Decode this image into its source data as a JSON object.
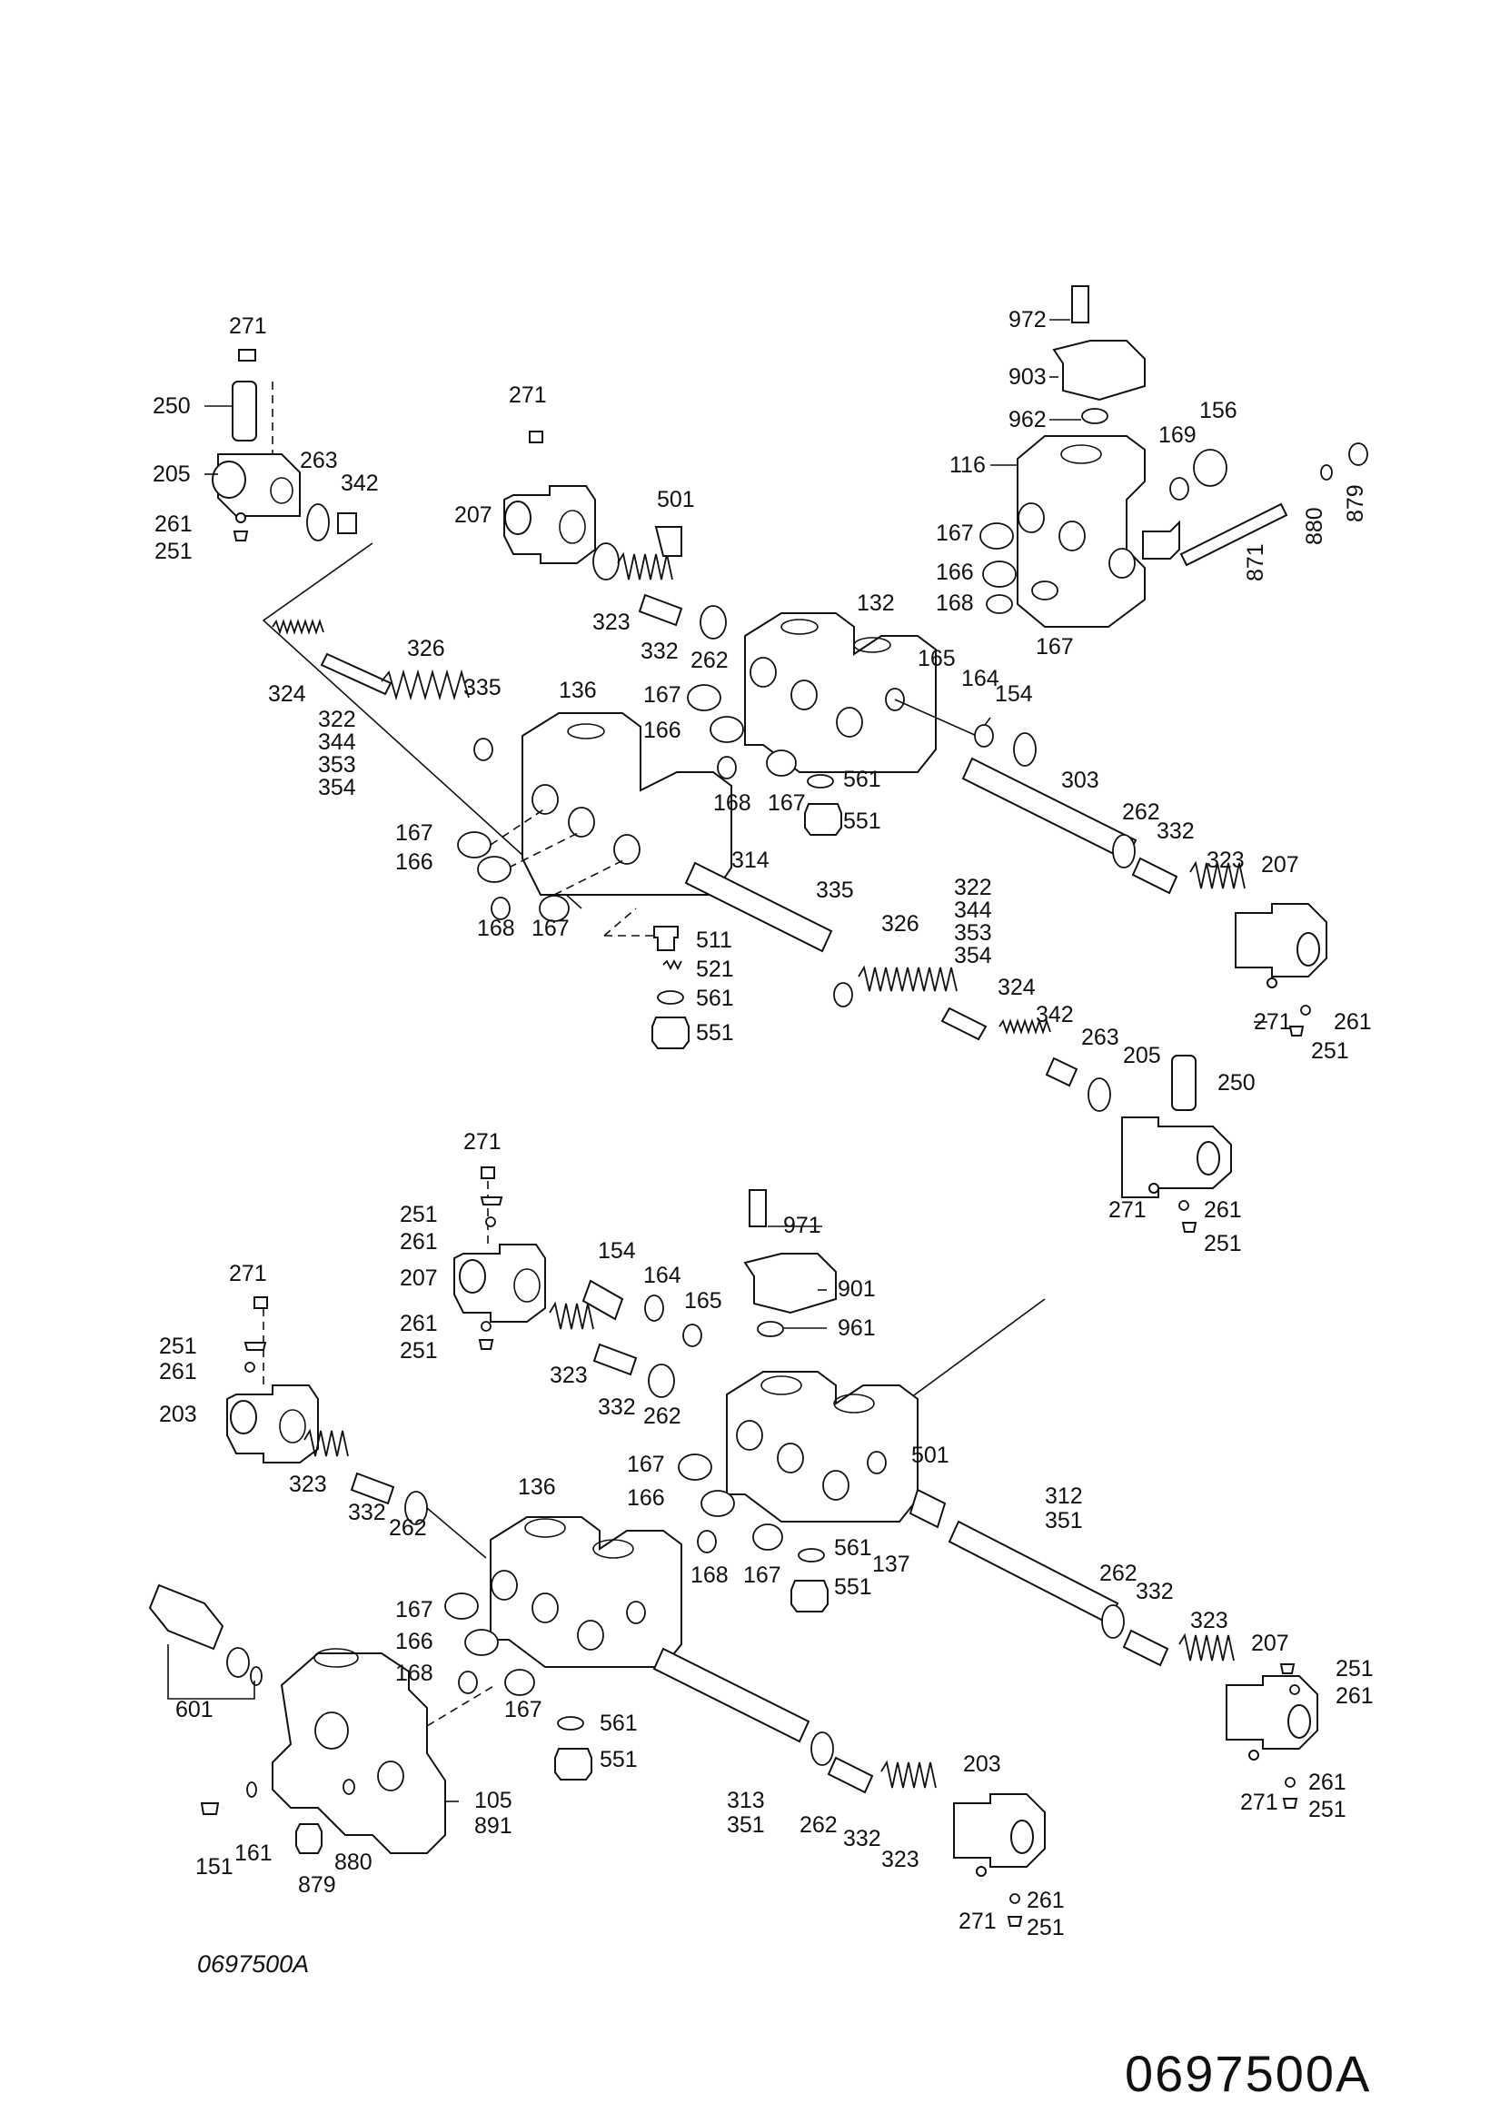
{
  "figure_code": "0697500A",
  "footer_code": "0697500A",
  "labels": [
    {
      "id": "l1",
      "text": "271"
    },
    {
      "id": "l2",
      "text": "250"
    },
    {
      "id": "l3",
      "text": "205"
    },
    {
      "id": "l4",
      "text": "263"
    },
    {
      "id": "l5",
      "text": "342"
    },
    {
      "id": "l6",
      "text": "261"
    },
    {
      "id": "l7",
      "text": "251"
    },
    {
      "id": "l8",
      "text": "271"
    },
    {
      "id": "l9",
      "text": "207"
    },
    {
      "id": "l10",
      "text": "501"
    },
    {
      "id": "l11",
      "text": "323"
    },
    {
      "id": "l12",
      "text": "332"
    },
    {
      "id": "l13",
      "text": "262"
    },
    {
      "id": "l14",
      "text": "132"
    },
    {
      "id": "l15",
      "text": "972"
    },
    {
      "id": "l16",
      "text": "903"
    },
    {
      "id": "l17",
      "text": "962"
    },
    {
      "id": "l18",
      "text": "156"
    },
    {
      "id": "l19",
      "text": "169"
    },
    {
      "id": "l20",
      "text": "116"
    },
    {
      "id": "l21",
      "text": "879"
    },
    {
      "id": "l22",
      "text": "880"
    },
    {
      "id": "l23",
      "text": "871"
    },
    {
      "id": "l24",
      "text": "167"
    },
    {
      "id": "l25",
      "text": "166"
    },
    {
      "id": "l26",
      "text": "168"
    },
    {
      "id": "l27",
      "text": "167"
    },
    {
      "id": "l28",
      "text": "324"
    },
    {
      "id": "l29",
      "text": "326"
    },
    {
      "id": "l30",
      "text": "322"
    },
    {
      "id": "l31",
      "text": "344"
    },
    {
      "id": "l32",
      "text": "353"
    },
    {
      "id": "l33",
      "text": "354"
    },
    {
      "id": "l34",
      "text": "335"
    },
    {
      "id": "l35",
      "text": "136"
    },
    {
      "id": "l36",
      "text": "167"
    },
    {
      "id": "l37",
      "text": "166"
    },
    {
      "id": "l38",
      "text": "168"
    },
    {
      "id": "l39",
      "text": "167"
    },
    {
      "id": "l40",
      "text": "165"
    },
    {
      "id": "l41",
      "text": "164"
    },
    {
      "id": "l42",
      "text": "154"
    },
    {
      "id": "l43",
      "text": "167"
    },
    {
      "id": "l44",
      "text": "166"
    },
    {
      "id": "l45",
      "text": "168"
    },
    {
      "id": "l46",
      "text": "167"
    },
    {
      "id": "l47",
      "text": "561"
    },
    {
      "id": "l48",
      "text": "551"
    },
    {
      "id": "l49",
      "text": "303"
    },
    {
      "id": "l50",
      "text": "262"
    },
    {
      "id": "l51",
      "text": "332"
    },
    {
      "id": "l52",
      "text": "323"
    },
    {
      "id": "l53",
      "text": "207"
    },
    {
      "id": "l54",
      "text": "314"
    },
    {
      "id": "l55",
      "text": "335"
    },
    {
      "id": "l56",
      "text": "326"
    },
    {
      "id": "l57",
      "text": "322"
    },
    {
      "id": "l58",
      "text": "344"
    },
    {
      "id": "l59",
      "text": "353"
    },
    {
      "id": "l60",
      "text": "354"
    },
    {
      "id": "l61",
      "text": "324"
    },
    {
      "id": "l62",
      "text": "342"
    },
    {
      "id": "l63",
      "text": "263"
    },
    {
      "id": "l64",
      "text": "205"
    },
    {
      "id": "l65",
      "text": "250"
    },
    {
      "id": "l66",
      "text": "271"
    },
    {
      "id": "l67",
      "text": "261"
    },
    {
      "id": "l68",
      "text": "251"
    },
    {
      "id": "l69",
      "text": "511"
    },
    {
      "id": "l70",
      "text": "521"
    },
    {
      "id": "l71",
      "text": "561"
    },
    {
      "id": "l72",
      "text": "551"
    },
    {
      "id": "l73",
      "text": "271"
    },
    {
      "id": "l74",
      "text": "261"
    },
    {
      "id": "l75",
      "text": "251"
    },
    {
      "id": "l76",
      "text": "271"
    },
    {
      "id": "l77",
      "text": "251"
    },
    {
      "id": "l78",
      "text": "261"
    },
    {
      "id": "l79",
      "text": "207"
    },
    {
      "id": "l80",
      "text": "261"
    },
    {
      "id": "l81",
      "text": "251"
    },
    {
      "id": "l82",
      "text": "154"
    },
    {
      "id": "l83",
      "text": "164"
    },
    {
      "id": "l84",
      "text": "165"
    },
    {
      "id": "l85",
      "text": "971"
    },
    {
      "id": "l86",
      "text": "901"
    },
    {
      "id": "l87",
      "text": "961"
    },
    {
      "id": "l88",
      "text": "323"
    },
    {
      "id": "l89",
      "text": "332"
    },
    {
      "id": "l90",
      "text": "262"
    },
    {
      "id": "l91",
      "text": "271"
    },
    {
      "id": "l92",
      "text": "251"
    },
    {
      "id": "l93",
      "text": "261"
    },
    {
      "id": "l94",
      "text": "203"
    },
    {
      "id": "l95",
      "text": "323"
    },
    {
      "id": "l96",
      "text": "332"
    },
    {
      "id": "l97",
      "text": "262"
    },
    {
      "id": "l98",
      "text": "136"
    },
    {
      "id": "l99",
      "text": "167"
    },
    {
      "id": "l100",
      "text": "166"
    },
    {
      "id": "l101",
      "text": "168"
    },
    {
      "id": "l102",
      "text": "167"
    },
    {
      "id": "l103",
      "text": "561"
    },
    {
      "id": "l104",
      "text": "551"
    },
    {
      "id": "l105",
      "text": "501"
    },
    {
      "id": "l106",
      "text": "137"
    },
    {
      "id": "l107",
      "text": "167"
    },
    {
      "id": "l108",
      "text": "166"
    },
    {
      "id": "l109",
      "text": "168"
    },
    {
      "id": "l110",
      "text": "167"
    },
    {
      "id": "l111",
      "text": "561"
    },
    {
      "id": "l112",
      "text": "551"
    },
    {
      "id": "l113",
      "text": "312"
    },
    {
      "id": "l114",
      "text": "351"
    },
    {
      "id": "l115",
      "text": "262"
    },
    {
      "id": "l116",
      "text": "332"
    },
    {
      "id": "l117",
      "text": "323"
    },
    {
      "id": "l118",
      "text": "207"
    },
    {
      "id": "l119",
      "text": "251"
    },
    {
      "id": "l120",
      "text": "261"
    },
    {
      "id": "l121",
      "text": "271"
    },
    {
      "id": "l122",
      "text": "261"
    },
    {
      "id": "l123",
      "text": "251"
    },
    {
      "id": "l124",
      "text": "601"
    },
    {
      "id": "l125",
      "text": "105"
    },
    {
      "id": "l126",
      "text": "891"
    },
    {
      "id": "l127",
      "text": "151"
    },
    {
      "id": "l128",
      "text": "161"
    },
    {
      "id": "l129",
      "text": "880"
    },
    {
      "id": "l130",
      "text": "879"
    },
    {
      "id": "l131",
      "text": "313"
    },
    {
      "id": "l132",
      "text": "351"
    },
    {
      "id": "l133",
      "text": "262"
    },
    {
      "id": "l134",
      "text": "332"
    },
    {
      "id": "l135",
      "text": "323"
    },
    {
      "id": "l136",
      "text": "203"
    },
    {
      "id": "l137",
      "text": "271"
    },
    {
      "id": "l138",
      "text": "261"
    },
    {
      "id": "l139",
      "text": "251"
    }
  ]
}
